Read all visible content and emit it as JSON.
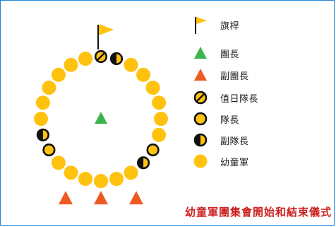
{
  "legend": {
    "flag": "旗桿",
    "leader": "團長",
    "deputy_leader": "副團長",
    "duty_sixer": "值日隊長",
    "sixer": "隊長",
    "second": "副隊長",
    "cub": "幼童軍"
  },
  "caption": "幼童軍團集會開始和結束儀式",
  "colors": {
    "cub_yellow": "#ffc20e",
    "leader_green": "#3bb54a",
    "deputy_orange": "#ee5a24",
    "frame_blue": "#1f84d6",
    "caption_red": "#cc1f1f",
    "outline_black": "#111111"
  },
  "icons": {
    "flag": "flag-icon",
    "leader": "green-triangle-icon",
    "deputy_leader": "orange-triangle-icon",
    "duty_sixer": "slashed-circle-icon",
    "sixer": "outlined-circle-icon",
    "second": "half-black-circle-icon",
    "cub": "yellow-circle-icon"
  },
  "formation": {
    "circle_members": [
      "duty_sixer",
      "second",
      "cub",
      "cub",
      "cub",
      "cub",
      "cub",
      "cub",
      "sixer",
      "second",
      "cub",
      "cub",
      "cub",
      "cub",
      "cub",
      "cub",
      "sixer",
      "second",
      "cub",
      "cub",
      "cub",
      "cub",
      "cub",
      "cub"
    ],
    "deputy_leaders_below": 3
  }
}
